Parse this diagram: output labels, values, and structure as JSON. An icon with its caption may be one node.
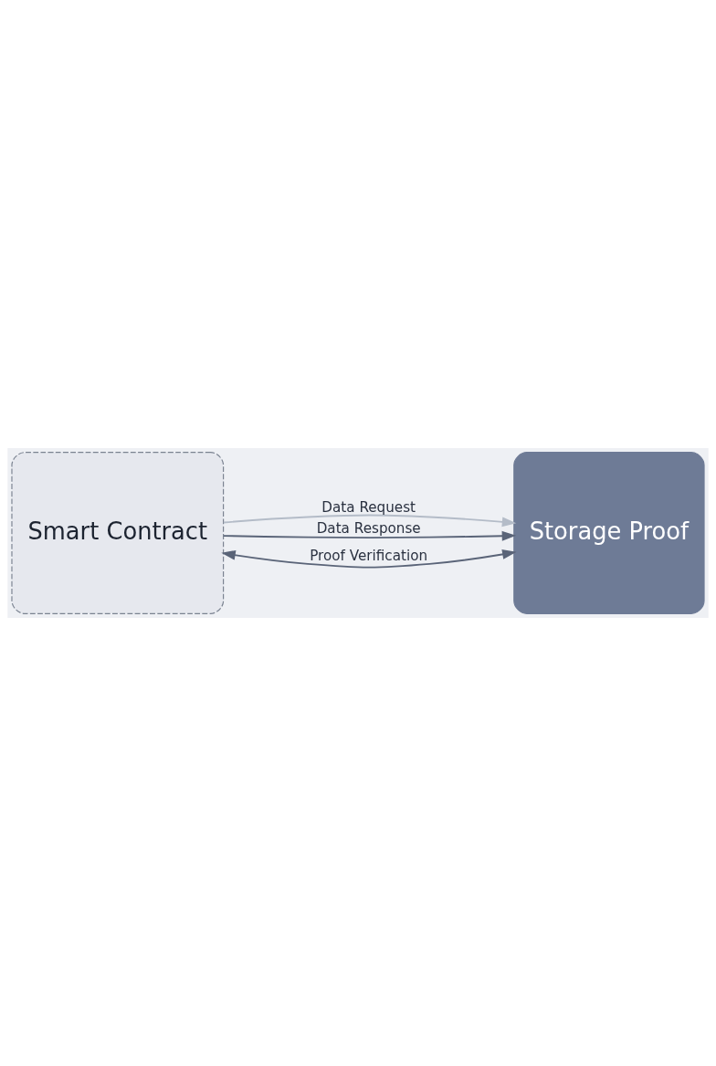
{
  "diagram": {
    "nodes": [
      {
        "text": [
          "Smart Contract"
        ]
      },
      {
        "text": [
          "Storage Proof"
        ]
      }
    ],
    "edges": [
      {
        "from": 0,
        "to": 1,
        "arrow": "to",
        "label": "Data Request",
        "color": "#b4bcc8"
      },
      {
        "from": 0,
        "to": 1,
        "arrow": "to",
        "label": "Data Response"
      },
      {
        "from": 0,
        "to": 1,
        "arrow": "both",
        "label": "Proof Verification"
      }
    ]
  }
}
